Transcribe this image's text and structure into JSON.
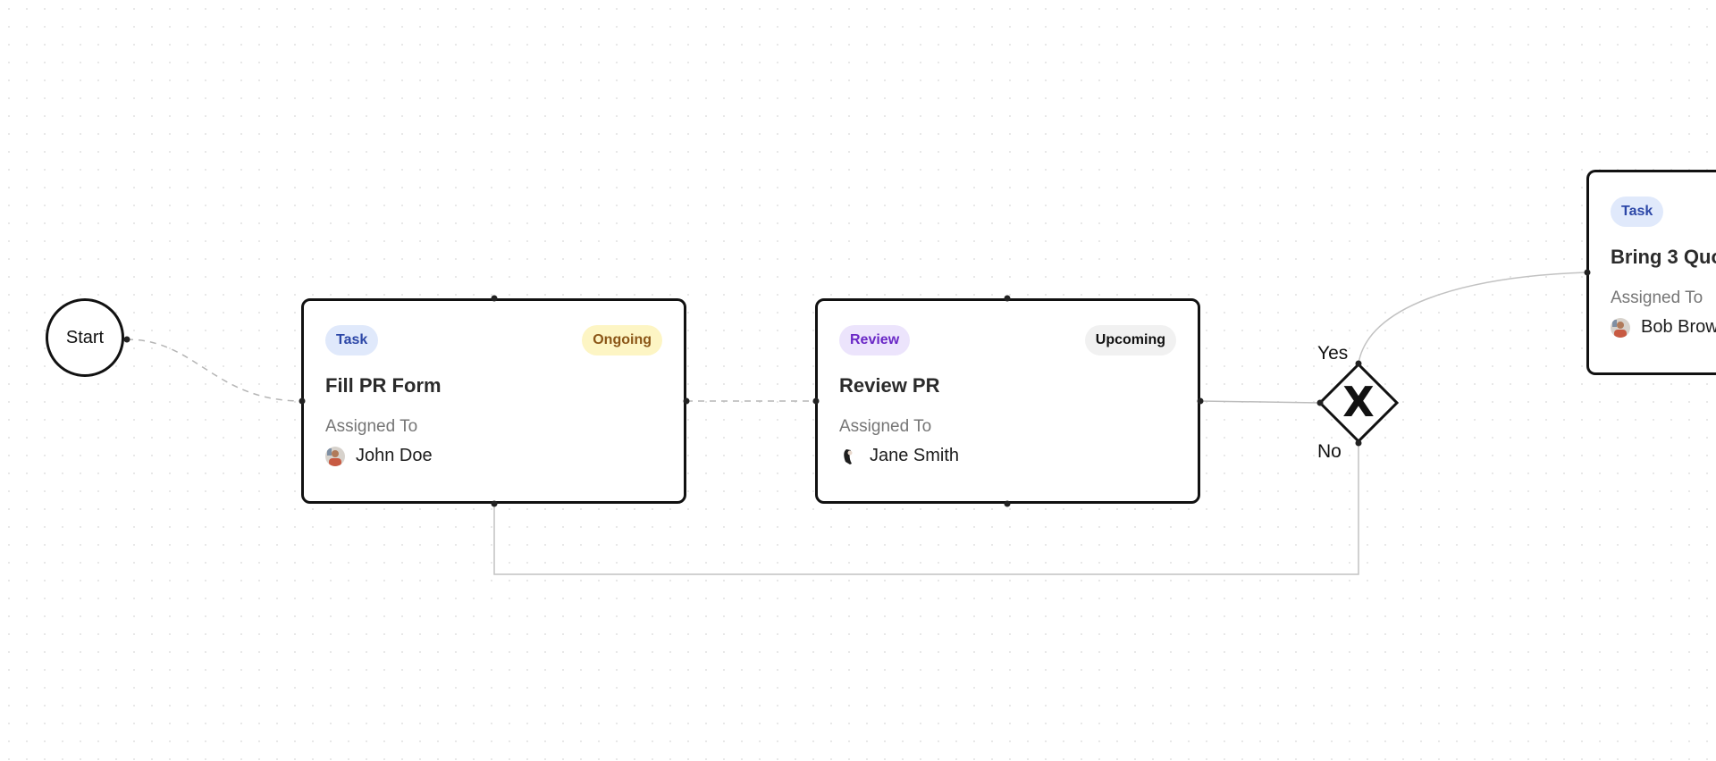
{
  "start_node": {
    "label": "Start"
  },
  "nodes": [
    {
      "type_label": "Task",
      "status_label": "Ongoing",
      "title": "Fill PR Form",
      "assigned_label": "Assigned To",
      "assignee": "John Doe"
    },
    {
      "type_label": "Review",
      "status_label": "Upcoming",
      "title": "Review PR",
      "assigned_label": "Assigned To",
      "assignee": "Jane Smith"
    },
    {
      "type_label": "Task",
      "status_label": "",
      "title": "Bring 3 Quo",
      "assigned_label": "Assigned To",
      "assignee": "Bob Brow"
    }
  ],
  "gateway": {
    "symbol": "X",
    "icon": "exclusive-gateway-icon"
  },
  "edge_labels": {
    "yes": "Yes",
    "no": "No"
  },
  "colors": {
    "task_badge_bg": "#e0e9fb",
    "task_badge_text": "#2c47a7",
    "review_badge_bg": "#ece4fc",
    "review_badge_text": "#6a28c6",
    "ongoing_badge_bg": "#fdf5c4",
    "ongoing_badge_text": "#8b5617",
    "upcoming_badge_bg": "#f1f1f1",
    "node_border": "#111111",
    "edge_color": "#bdbdbd"
  }
}
